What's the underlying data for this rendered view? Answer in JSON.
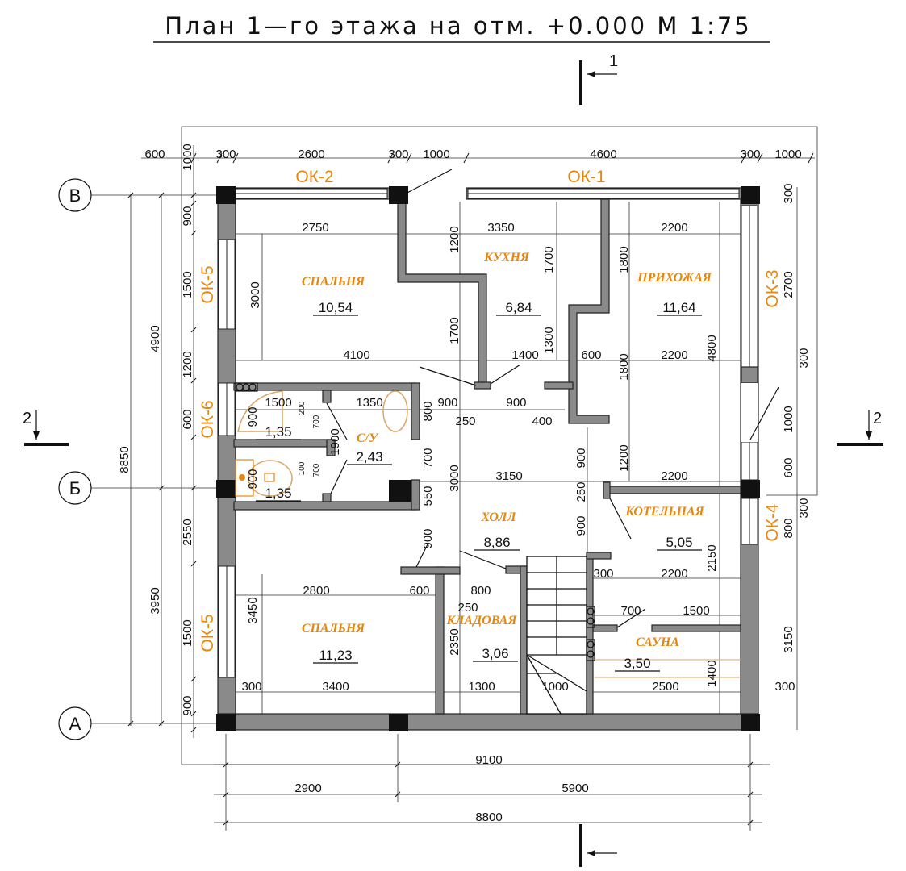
{
  "title": "План 1—го этажа на отм. +0.000 М 1:75",
  "section_marks": {
    "top": "1",
    "left": "2",
    "right": "2"
  },
  "axes": [
    "В",
    "Б",
    "А"
  ],
  "colors": {
    "accent": "#e8860c",
    "wall": "#8a8a8a",
    "column": "#111111"
  },
  "rooms": [
    {
      "name": "СПАЛЬНЯ",
      "area": "10,54"
    },
    {
      "name": "КУХНЯ",
      "area": "6,84"
    },
    {
      "name": "ПРИХОЖАЯ",
      "area": "11,64"
    },
    {
      "name": "С/У",
      "area": "2,43"
    },
    {
      "name": "ХОЛЛ",
      "area": "8,86"
    },
    {
      "name": "КОТЕЛЬНАЯ",
      "area": "5,05"
    },
    {
      "name": "КЛАДОВАЯ",
      "area": "3,06"
    },
    {
      "name": "САУНА",
      "area": "3,50"
    },
    {
      "name": "СПАЛЬНЯ",
      "area": "11,23"
    }
  ],
  "wc_areas": [
    "1,35",
    "1,35"
  ],
  "windows": [
    "ОК-2",
    "ОК-1",
    "ОК-5",
    "ОК-6",
    "ОК-5",
    "ОК-3",
    "ОК-4"
  ],
  "dimensions": {
    "horizontal": [
      "600",
      "300",
      "2600",
      "300",
      "1000",
      "4600",
      "300",
      "1000",
      "2750",
      "3350",
      "2200",
      "4100",
      "1400",
      "600",
      "2200",
      "1500",
      "1350",
      "900",
      "900",
      "250",
      "400",
      "3150",
      "2200",
      "2800",
      "600",
      "800",
      "250",
      "300",
      "2200",
      "700",
      "1500",
      "300",
      "3400",
      "1300",
      "1000",
      "2500",
      "300",
      "9100",
      "2900",
      "5900",
      "8800"
    ],
    "vertical": [
      "1000",
      "900",
      "1500",
      "1200",
      "600",
      "2550",
      "1500",
      "900",
      "4900",
      "3950",
      "8850",
      "3000",
      "1200",
      "1700",
      "1700",
      "1300",
      "1800",
      "1800",
      "4800",
      "900",
      "1900",
      "800",
      "700",
      "3000",
      "550",
      "900",
      "900",
      "900",
      "250",
      "900",
      "1200",
      "2150",
      "3450",
      "2350",
      "1400",
      "300",
      "2700",
      "300",
      "1000",
      "600",
      "300",
      "800",
      "3150"
    ],
    "small": [
      "200",
      "700",
      "100",
      "700"
    ]
  }
}
